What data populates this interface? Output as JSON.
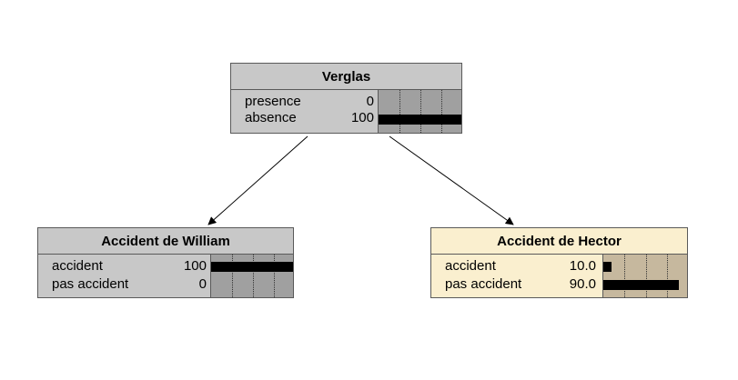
{
  "colors": {
    "grey_node_bg": "#c8c8c8",
    "grey_bar_area": "#a0a0a0",
    "cream_node_bg": "#faefcf",
    "cream_bar_area": "#c6b89e",
    "bar_fill": "#000000",
    "border": "#5a5a5a"
  },
  "nodes": {
    "verglas": {
      "title": "Verglas",
      "states": [
        {
          "name": "presence",
          "value": "0",
          "fraction": 0.0
        },
        {
          "name": "absence",
          "value": "100",
          "fraction": 1.0
        }
      ]
    },
    "william": {
      "title": "Accident de William",
      "states": [
        {
          "name": "accident",
          "value": "100",
          "fraction": 1.0
        },
        {
          "name": "pas accident",
          "value": "0",
          "fraction": 0.0
        }
      ]
    },
    "hector": {
      "title": "Accident de Hector",
      "states": [
        {
          "name": "accident",
          "value": "10.0",
          "fraction": 0.1
        },
        {
          "name": "pas accident",
          "value": "90.0",
          "fraction": 0.9
        }
      ]
    }
  },
  "edges": [
    {
      "from": "verglas",
      "to": "william"
    },
    {
      "from": "verglas",
      "to": "hector"
    }
  ]
}
